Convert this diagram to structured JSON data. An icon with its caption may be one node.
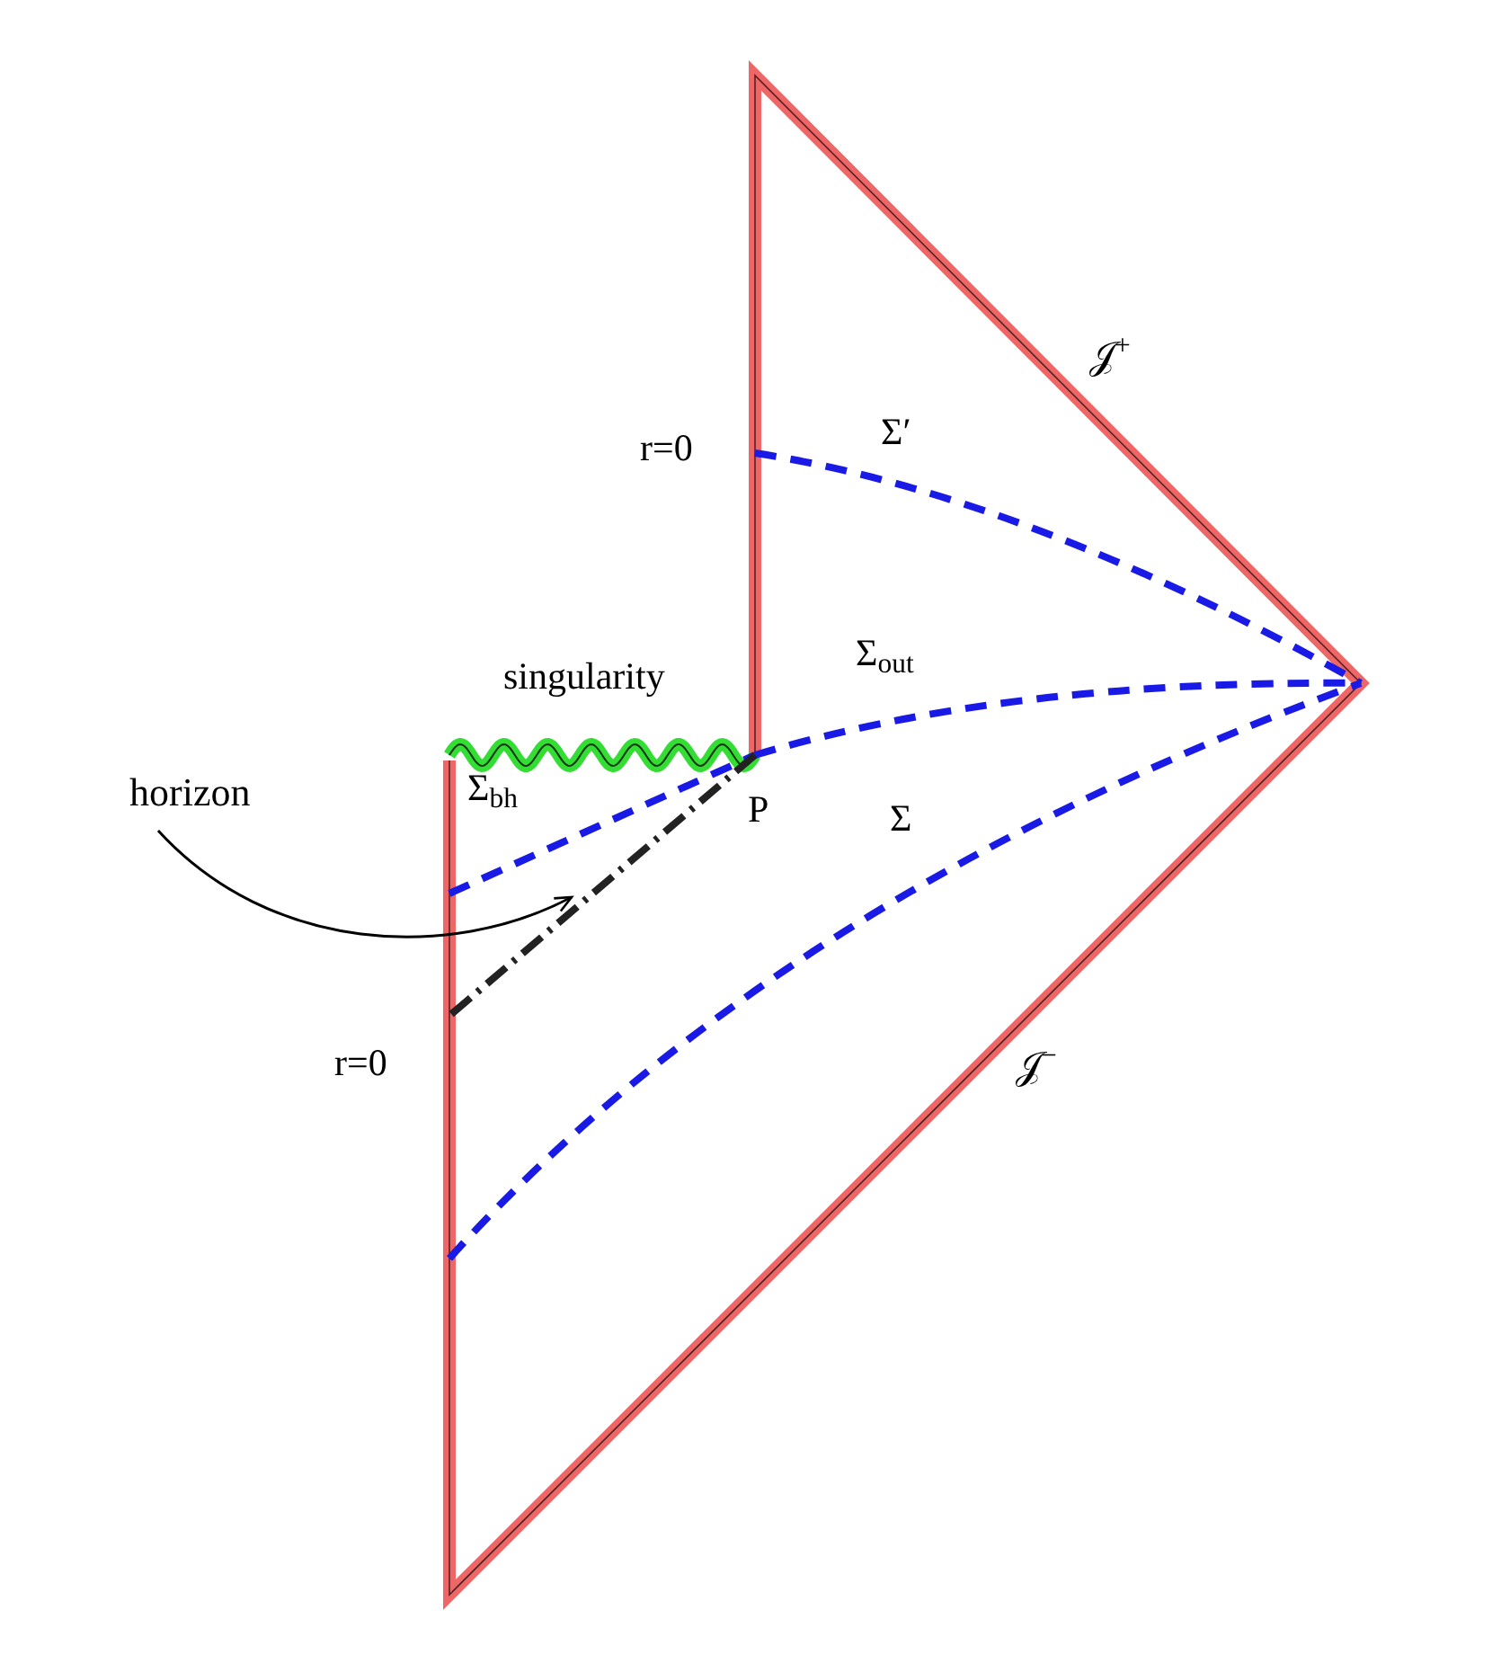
{
  "diagram": {
    "nodes": [
      {
        "text": [
          "horizon"
        ]
      },
      {
        "text": [],
        "shape": "line"
      }
    ],
    "edges": [
      {
        "from": 0,
        "to": 1,
        "arrow": "to"
      }
    ],
    "labels": [
      "r=0",
      "Σ′",
      "𝒥$^{+}$",
      "Σ$_{out}$",
      "singularity",
      "Σ$_{bh}$",
      "P",
      "Σ",
      "r=0",
      "𝒥$^{−}$"
    ]
  }
}
